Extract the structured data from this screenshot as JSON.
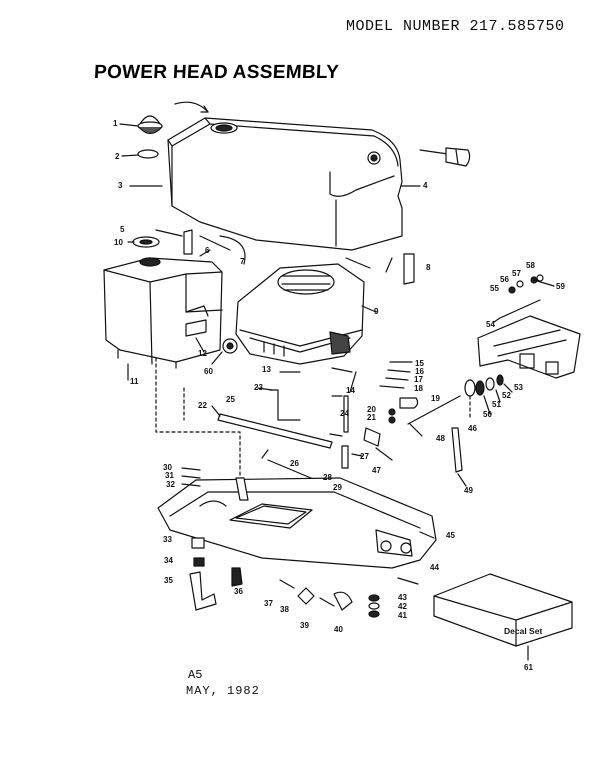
{
  "header": {
    "model_number": "MODEL NUMBER 217.585750",
    "title": "POWER HEAD ASSEMBLY"
  },
  "footer": {
    "line1": "A5",
    "line2": "MAY, 1982"
  },
  "decal_label": "Decal Set",
  "part_numbers": [
    "1",
    "2",
    "3",
    "4",
    "5",
    "6",
    "7",
    "8",
    "9",
    "10",
    "11",
    "12",
    "13",
    "14",
    "15",
    "16",
    "17",
    "18",
    "19",
    "20",
    "21",
    "22",
    "23",
    "24",
    "25",
    "26",
    "27",
    "28",
    "29",
    "30",
    "31",
    "32",
    "33",
    "34",
    "35",
    "36",
    "37",
    "38",
    "39",
    "40",
    "41",
    "42",
    "43",
    "44",
    "45",
    "46",
    "47",
    "48",
    "49",
    "50",
    "51",
    "52",
    "53",
    "54",
    "55",
    "56",
    "57",
    "58",
    "59",
    "60",
    "61"
  ]
}
